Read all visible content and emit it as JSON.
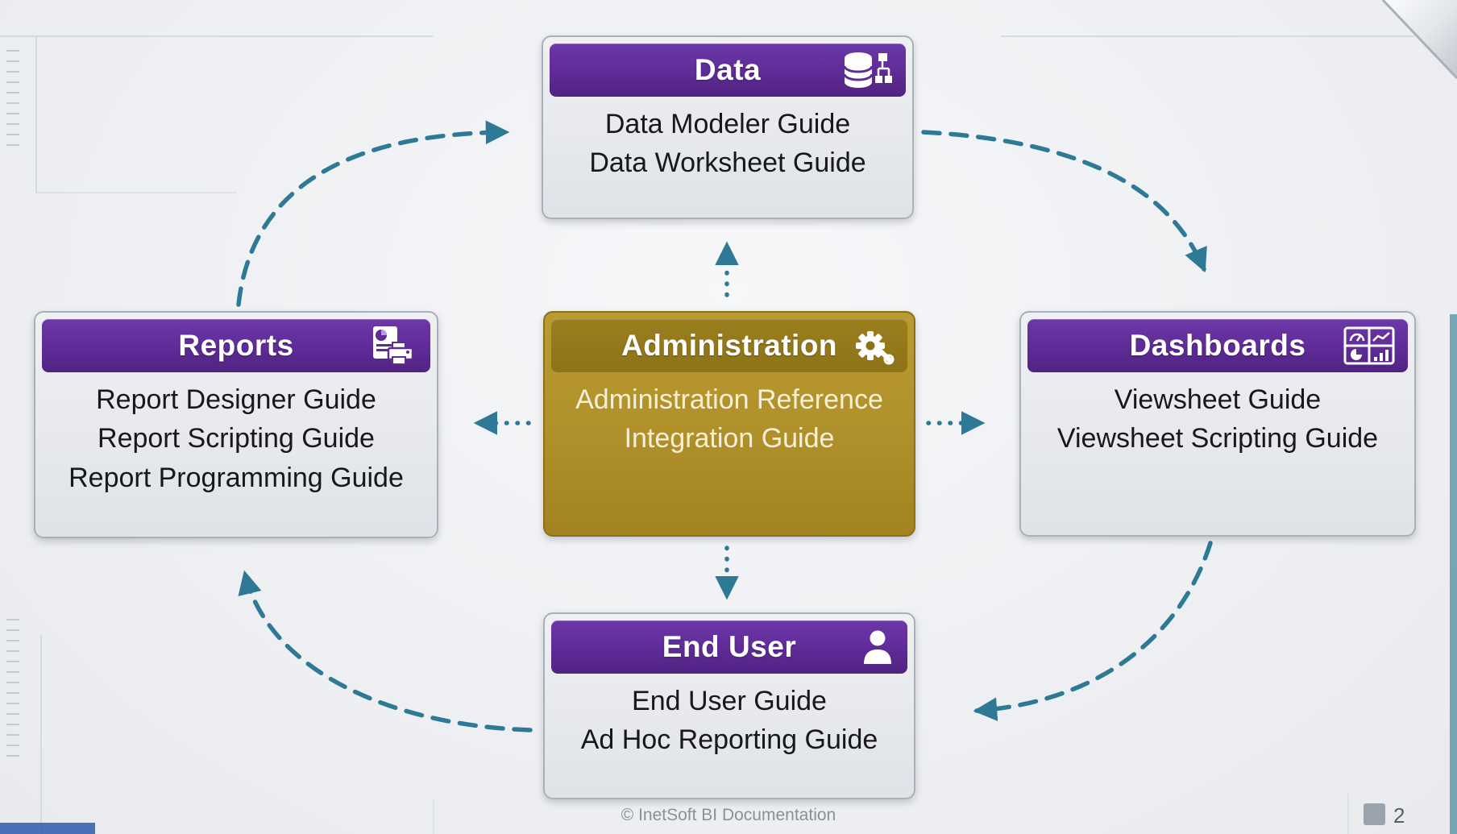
{
  "diagram": {
    "nodes": {
      "data": {
        "title": "Data",
        "icon": "database-icon",
        "items": [
          "Data Modeler Guide",
          "Data Worksheet Guide"
        ]
      },
      "reports": {
        "title": "Reports",
        "icon": "report-printer-icon",
        "items": [
          "Report Designer Guide",
          "Report Scripting Guide",
          "Report Programming Guide"
        ]
      },
      "administration": {
        "title": "Administration",
        "icon": "gear-wrench-icon",
        "items": [
          "Administration Reference",
          "Integration Guide"
        ]
      },
      "dashboards": {
        "title": "Dashboards",
        "icon": "dashboard-grid-icon",
        "items": [
          "Viewsheet Guide",
          "Viewsheet Scripting Guide"
        ]
      },
      "end_user": {
        "title": "End User",
        "icon": "person-icon",
        "items": [
          "End User Guide",
          "Ad Hoc Reporting Guide"
        ]
      }
    },
    "arrows": [
      "reports-to-data",
      "data-to-dashboards",
      "dashboards-to-end-user",
      "end-user-to-reports",
      "administration-to-data",
      "administration-to-reports",
      "administration-to-dashboards",
      "administration-to-end-user"
    ],
    "colors": {
      "header_purple": "#5e2b97",
      "gold_body": "#b0902a",
      "gold_header": "#8d7316",
      "arrow_teal": "#2e7a96",
      "box_background": "#e8eaee"
    }
  },
  "footer": {
    "copyright": "© InetSoft BI Documentation",
    "page_number": "2"
  }
}
